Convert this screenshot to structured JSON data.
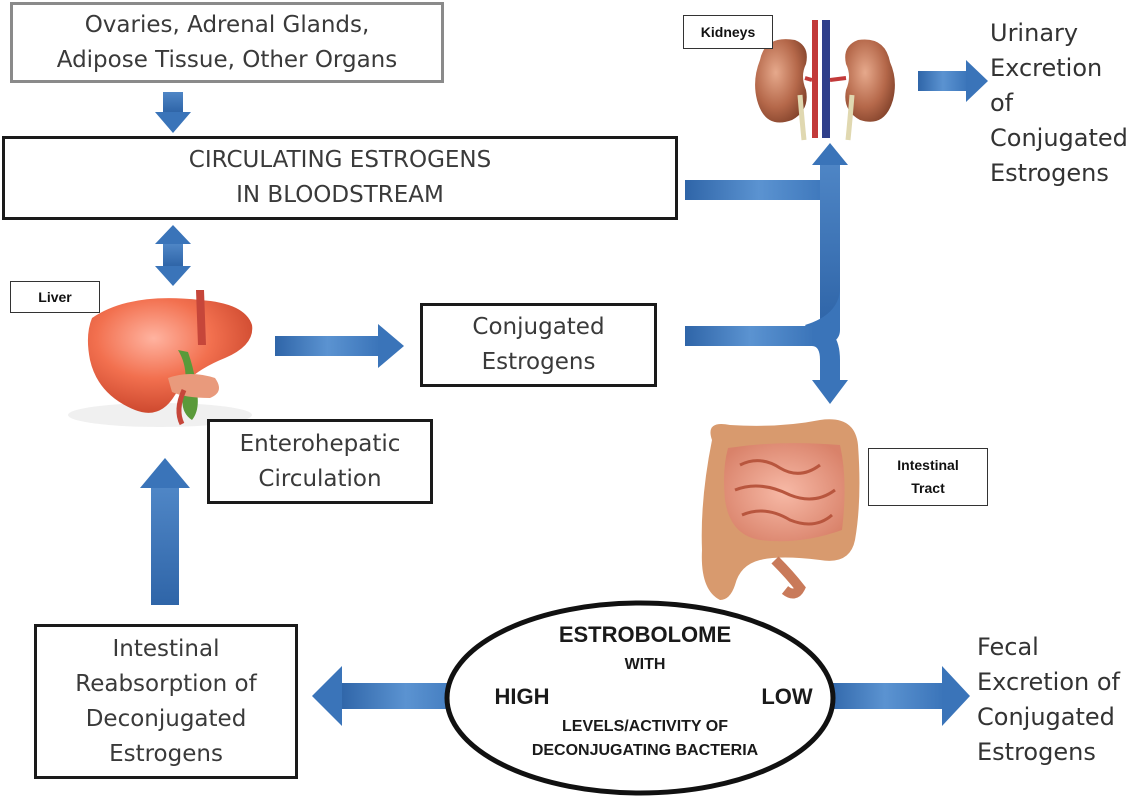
{
  "sources_box": {
    "line1": "Ovaries, Adrenal Glands,",
    "line2": "Adipose Tissue, Other Organs"
  },
  "circulating_box": {
    "line1": "CIRCULATING ESTROGENS",
    "line2": "IN BLOODSTREAM"
  },
  "conjugated_box": {
    "line1": "Conjugated",
    "line2": "Estrogens"
  },
  "enterohepatic_box": {
    "line1": "Enterohepatic",
    "line2": "Circulation"
  },
  "reabsorption_box": {
    "line1": "Intestinal",
    "line2": "Reabsorption of",
    "line3": "Deconjugated",
    "line4": "Estrogens"
  },
  "labels": {
    "liver": "Liver",
    "kidneys": "Kidneys",
    "intestinal_line1": "Intestinal",
    "intestinal_line2": "Tract"
  },
  "urinary_text": {
    "line1": "Urinary",
    "line2": "Excretion of",
    "line3": "Conjugated",
    "line4": "Estrogens"
  },
  "fecal_text": {
    "line1": "Fecal",
    "line2": "Excretion of",
    "line3": "Conjugated",
    "line4": "Estrogens"
  },
  "estrobolome": {
    "title": "ESTROBOLOME",
    "with": "WITH",
    "high": "HIGH",
    "low": "LOW",
    "levels_line1": "LEVELS/ACTIVITY OF",
    "levels_line2": "DECONJUGATING BACTERIA"
  },
  "colors": {
    "arrow": "#4f86c6",
    "arrow_dark": "#2f65a8"
  }
}
